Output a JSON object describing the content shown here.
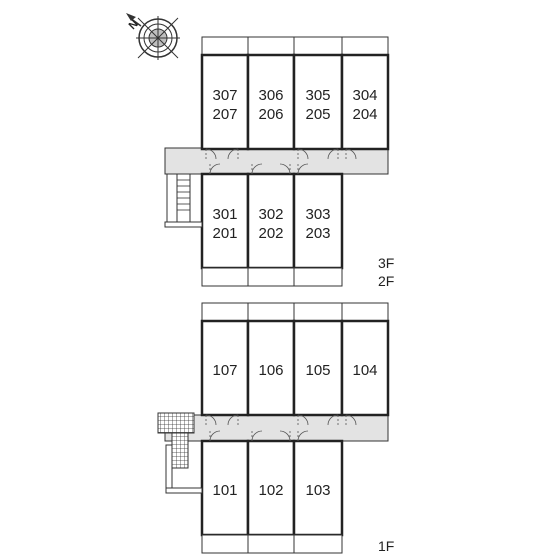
{
  "compass": {
    "north_label": "N",
    "icon": "compass-rose-icon"
  },
  "upper_plan": {
    "floor_labels": [
      "3F",
      "2F"
    ],
    "units_top_row": [
      {
        "line1": "307",
        "line2": "207"
      },
      {
        "line1": "306",
        "line2": "206"
      },
      {
        "line1": "305",
        "line2": "205"
      },
      {
        "line1": "304",
        "line2": "204"
      }
    ],
    "units_bottom_row": [
      {
        "line1": "301",
        "line2": "201"
      },
      {
        "line1": "302",
        "line2": "202"
      },
      {
        "line1": "303",
        "line2": "203"
      }
    ],
    "stair": {
      "icon": "staircase-icon"
    }
  },
  "lower_plan": {
    "floor_label": "1F",
    "units_top_row": [
      "107",
      "106",
      "105",
      "104"
    ],
    "units_bottom_row": [
      "101",
      "102",
      "103"
    ],
    "stair": {
      "icon": "staircase-grid-icon"
    }
  },
  "colors": {
    "wall": "#222222",
    "corridor": "#e3e3e3",
    "room_fill": "#ffffff",
    "door": "#555555"
  }
}
